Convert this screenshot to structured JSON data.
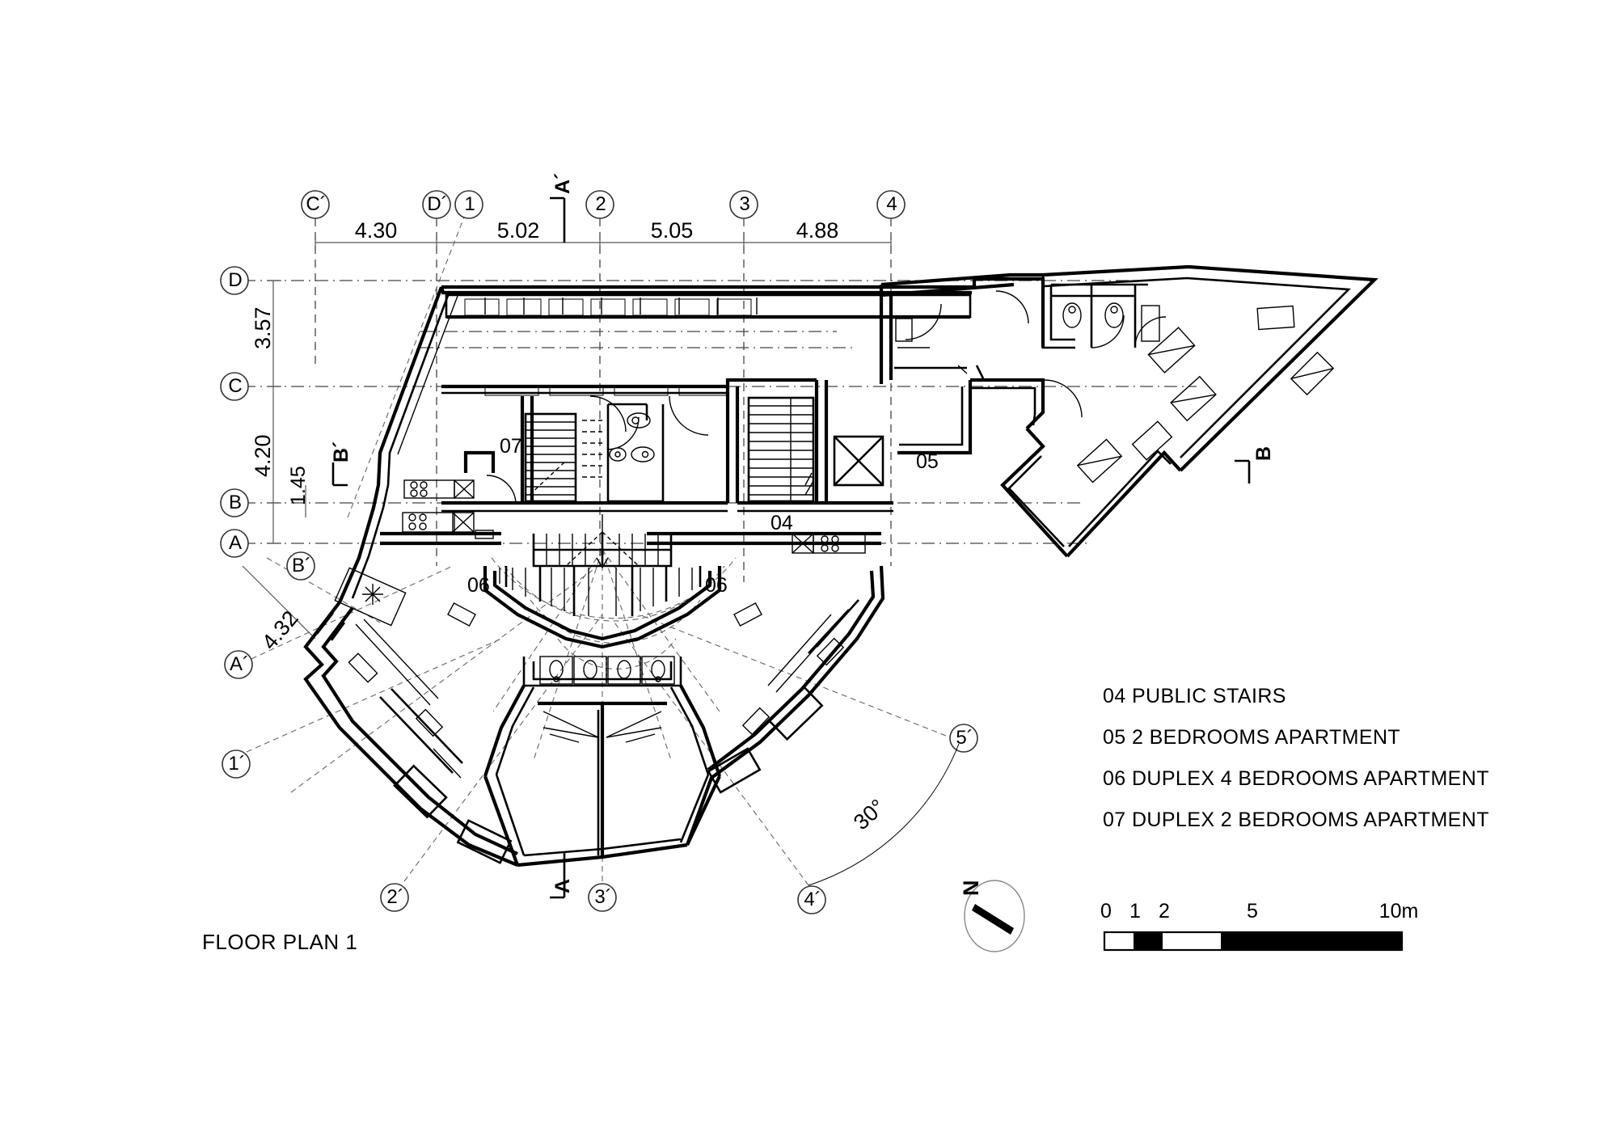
{
  "sheet": {
    "title": "FLOOR PLAN 1",
    "background": "#ffffff",
    "ink": "#000000"
  },
  "legend": {
    "items": [
      {
        "code": "04",
        "label": "04 PUBLIC STAIRS"
      },
      {
        "code": "05",
        "label": "05 2 BEDROOMS APARTMENT"
      },
      {
        "code": "06",
        "label": "06 DUPLEX 4 BEDROOMS APARTMENT"
      },
      {
        "code": "07",
        "label": "07 DUPLEX 2 BEDROOMS APARTMENT"
      }
    ]
  },
  "room_numbers": [
    {
      "id": "07",
      "label": "07"
    },
    {
      "id": "05",
      "label": "05"
    },
    {
      "id": "04",
      "label": "04"
    },
    {
      "id": "06-left",
      "label": "06"
    },
    {
      "id": "06-right",
      "label": "06"
    }
  ],
  "grid": {
    "top_bubbles": [
      "C´",
      "D´",
      "1",
      "2",
      "3",
      "4"
    ],
    "left_bubbles": [
      "D",
      "C",
      "B",
      "A"
    ],
    "lower_left_bubbles": [
      "B´",
      "A´",
      "1´"
    ],
    "bottom_bubbles": [
      "2´",
      "3´",
      "4´"
    ],
    "right_bubbles": [
      "5´"
    ]
  },
  "dimensions": {
    "horizontal": [
      "4.30",
      "5.02",
      "5.05",
      "4.88"
    ],
    "vertical": [
      "3.57",
      "4.20",
      "1.45"
    ],
    "oblique": [
      "4.32"
    ],
    "angle": "30°"
  },
  "section_marks": {
    "a_top": "A´",
    "a_bottom": "A",
    "b_left": "B´",
    "b_right": "B"
  },
  "scale_bar": {
    "ticks": [
      "0",
      "1",
      "2",
      "5",
      "10m"
    ],
    "unit": "m"
  },
  "north": {
    "label": "N"
  }
}
